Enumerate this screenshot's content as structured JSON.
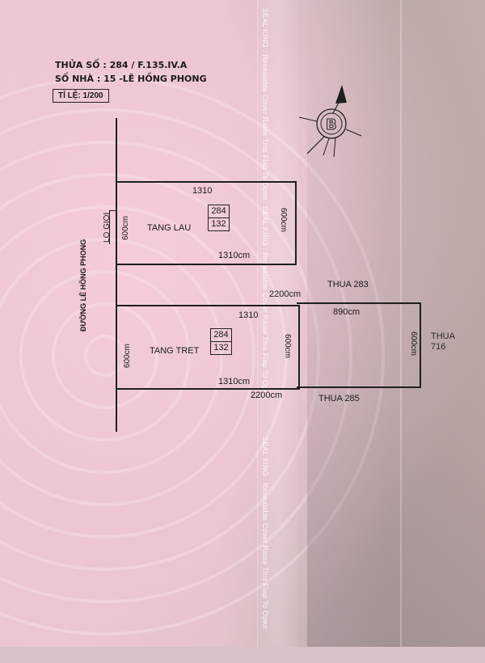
{
  "header": {
    "parcel_line": "THỬA SỐ : 284 / F.135.IV.A",
    "address_line": "SỐ NHÀ : 15 -LÊ HỒNG PHONG",
    "scale": "TỈ LỆ: 1/200"
  },
  "road": {
    "name": "ĐƯỜNG LÊ HỒNG PHONG",
    "entrance_label": "LO GIOI"
  },
  "upper_floor": {
    "name": "TANG LAU",
    "parcel_no": "284",
    "map_sheet": "132",
    "top_width": "1310",
    "bottom_width": "1310cm",
    "left_depth": "600cm",
    "right_depth": "600cm"
  },
  "ground_floor": {
    "name": "TANG TRET",
    "parcel_no": "284",
    "map_sheet": "132",
    "top_width": "1310",
    "bottom_width": "1310cm",
    "left_depth": "600cm",
    "right_depth": "600cm"
  },
  "rear_lot": {
    "width": "890cm",
    "depth": "600cm"
  },
  "total_length_top": "2200cm",
  "total_length_bottom": "2200cm",
  "neighbors": {
    "north": "THUA 283",
    "south": "THUA 285",
    "east_line1": "THUA",
    "east_line2": "716"
  },
  "watermark": "SEAL KING : Resealable Cover Raise This Flap To Open",
  "colors": {
    "paper_pink": "#ecc7d0",
    "flap_gray": "#b9a8a6",
    "ink": "#1f1f1f"
  }
}
